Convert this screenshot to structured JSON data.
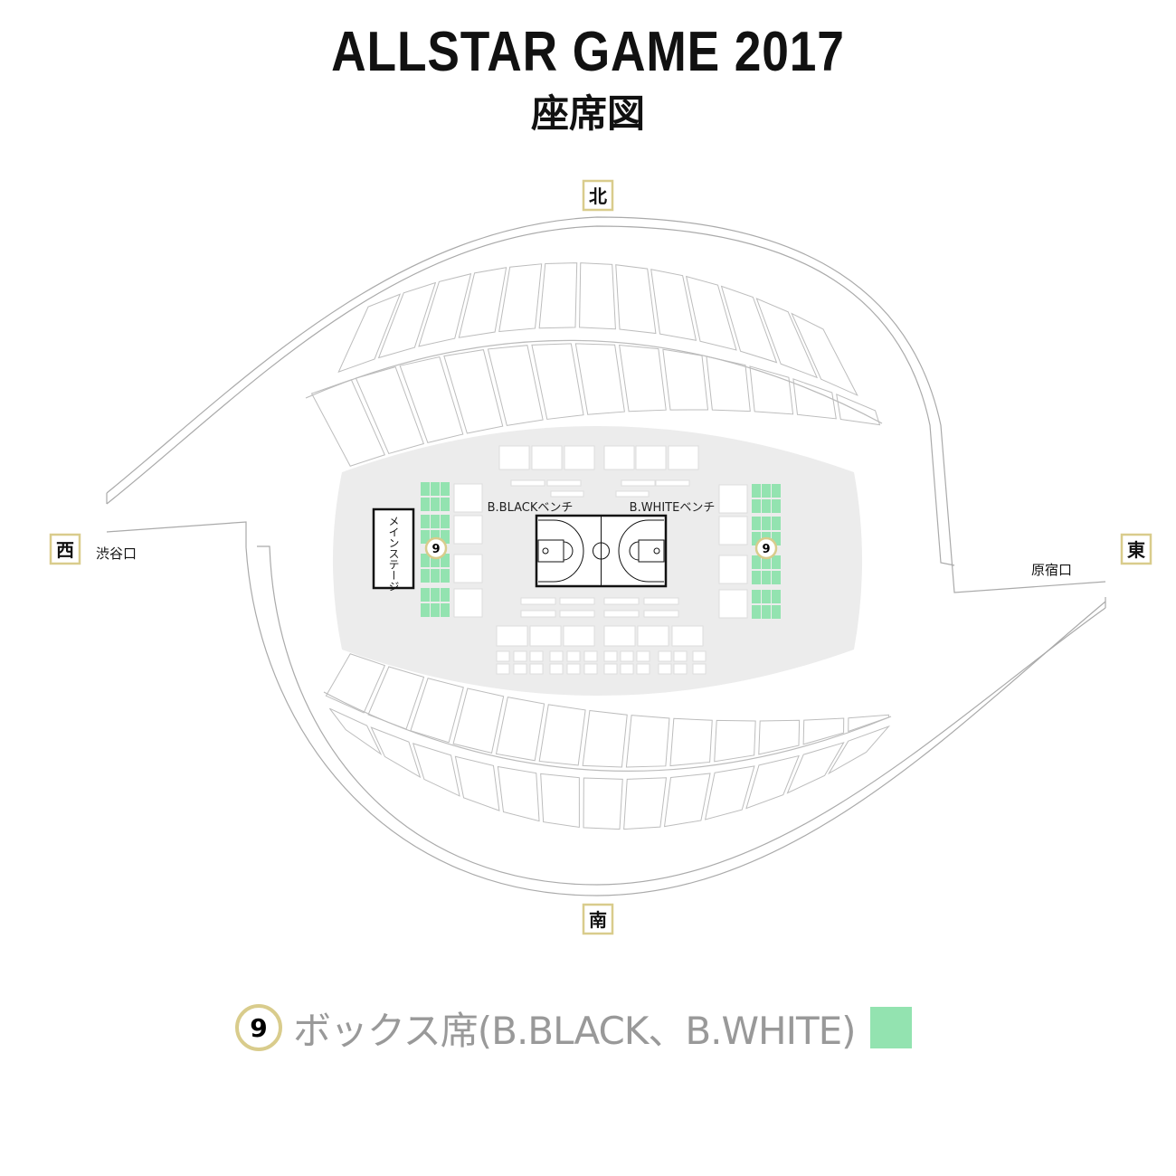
{
  "header": {
    "title": "ALLSTAR GAME 2017",
    "subtitle": "座席図"
  },
  "compass": {
    "north": "北",
    "south": "南",
    "west": "西",
    "east": "東"
  },
  "gates": {
    "west": "渋谷口",
    "east": "原宿口"
  },
  "floor": {
    "stage": "メインステージ",
    "black_bench": "B.BLACKベンチ",
    "white_bench": "B.WHITEベンチ",
    "box_number": "9"
  },
  "legend": {
    "number": "9",
    "label": "ボックス席(B.BLACK、B.WHITE)"
  },
  "colors": {
    "box_seat": "#93e3b0",
    "badge_border": "#d9cc8c",
    "floor": "#ececec",
    "section_stroke": "#bdbdbd"
  }
}
